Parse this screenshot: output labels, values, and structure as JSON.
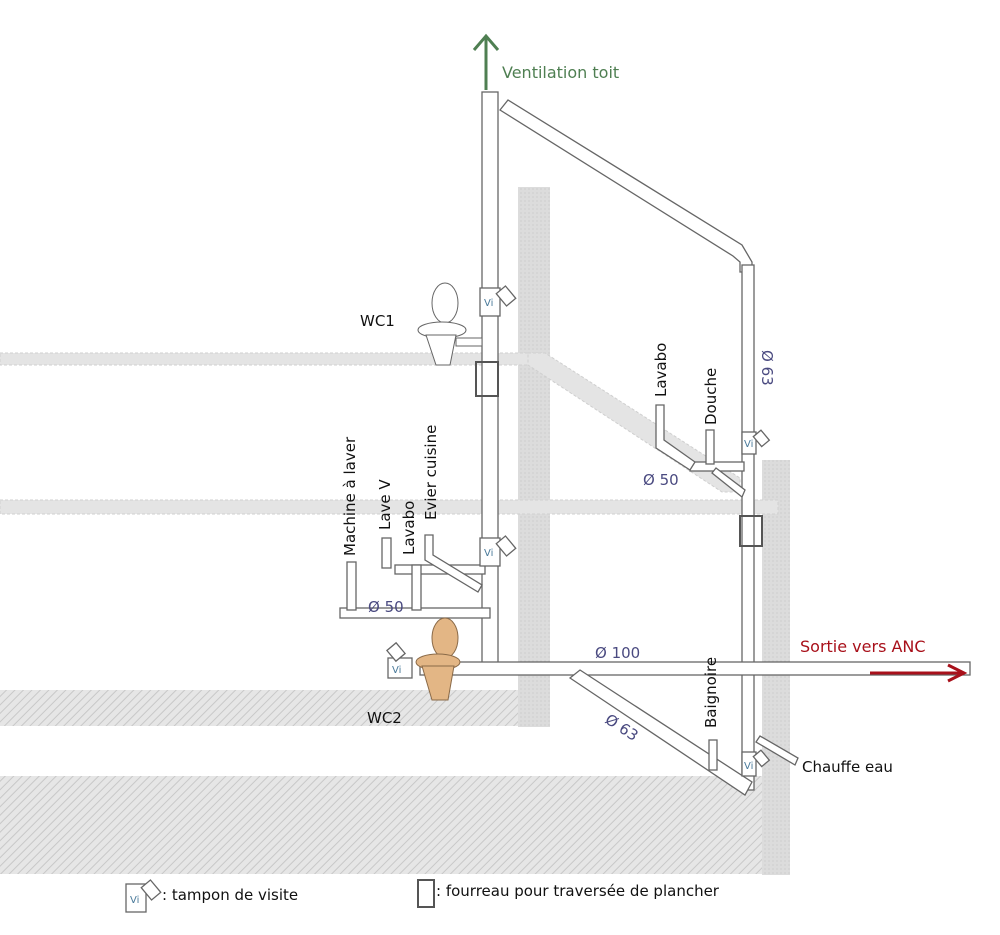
{
  "title_arrow": "Ventilation toit",
  "exit_label": "Sortie vers ANC",
  "fixtures": {
    "wc1": "WC1",
    "wc2": "WC2",
    "machine": "Machine à laver",
    "lave_v": "Lave V",
    "lavabo_rdc": "Lavabo",
    "evier": "Evier cuisine",
    "lavabo_etage": "Lavabo",
    "douche": "Douche",
    "baignoire": "Baignoire",
    "chauffe_eau": "Chauffe eau"
  },
  "diameters": {
    "vent": "Ø 63",
    "etage": "Ø 50",
    "rdc": "Ø 50",
    "main": "Ø 100",
    "baignoire": "Ø 63"
  },
  "inspection_mark": "Vi",
  "legend": {
    "tampon": ": tampon de visite",
    "fourreau": ": fourreau pour traversée de plancher"
  },
  "colors": {
    "ventilation": "#4f7f52",
    "exit": "#a8101a",
    "dimension": "#4a4a80",
    "wc2": "#e3b685"
  }
}
